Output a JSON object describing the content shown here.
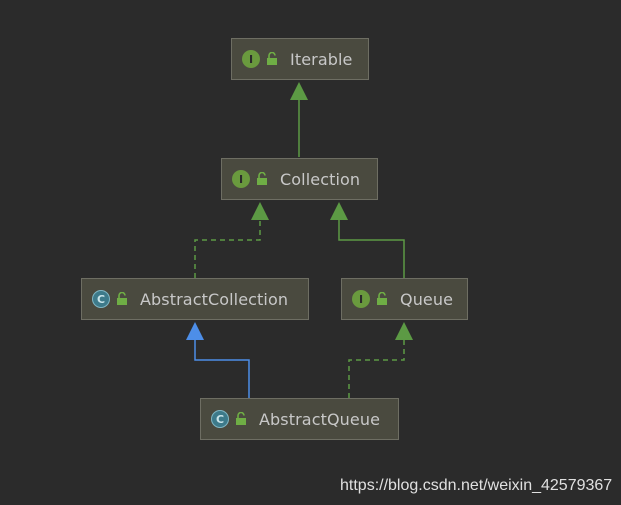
{
  "nodes": {
    "iterable": {
      "label": "Iterable",
      "kind": "interface",
      "badge": "I"
    },
    "collection": {
      "label": "Collection",
      "kind": "interface",
      "badge": "I"
    },
    "abstract_collection": {
      "label": "AbstractCollection",
      "kind": "class",
      "badge": "C"
    },
    "queue": {
      "label": "Queue",
      "kind": "interface",
      "badge": "I"
    },
    "abstract_queue": {
      "label": "AbstractQueue",
      "kind": "class",
      "badge": "C"
    }
  },
  "edges": [
    {
      "from": "Collection",
      "to": "Iterable",
      "type": "extends",
      "style": "solid",
      "color": "#5c9a44"
    },
    {
      "from": "AbstractCollection",
      "to": "Collection",
      "type": "implements",
      "style": "dashed",
      "color": "#5c9a44"
    },
    {
      "from": "Queue",
      "to": "Collection",
      "type": "extends",
      "style": "solid",
      "color": "#5c9a44"
    },
    {
      "from": "AbstractQueue",
      "to": "AbstractCollection",
      "type": "extends",
      "style": "solid",
      "color": "#4d8ee8"
    },
    {
      "from": "AbstractQueue",
      "to": "Queue",
      "type": "implements",
      "style": "dashed",
      "color": "#5c9a44"
    }
  ],
  "colors": {
    "background": "#2b2b2b",
    "node_fill": "#4a4a3f",
    "node_border": "#6e6e63",
    "interface_badge": "#6a9a3e",
    "class_badge": "#3d7a8a",
    "green_arrow": "#5c9a44",
    "blue_arrow": "#4d8ee8"
  },
  "watermark": "https://blog.csdn.net/weixin_42579367"
}
